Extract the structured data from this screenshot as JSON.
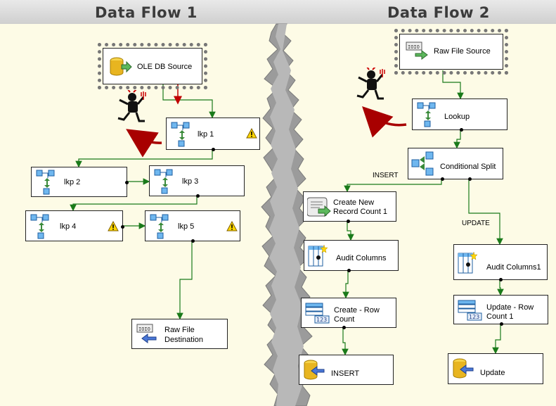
{
  "titles": {
    "left": "Data Flow 1",
    "right": "Data Flow 2"
  },
  "left_flow": {
    "ole_db_source": "OLE DB Source",
    "lkp1": "lkp 1",
    "lkp2": "lkp 2",
    "lkp3": "lkp 3",
    "lkp4": "lkp 4",
    "lkp5": "lkp 5",
    "raw_dest_line1": "Raw File",
    "raw_dest_line2": "Destination"
  },
  "right_flow": {
    "raw_source": "Raw File Source",
    "lookup": "Lookup",
    "conditional_split": "Conditional Split",
    "insert_path": "INSERT",
    "update_path": "UPDATE",
    "create_count_line1": "Create New",
    "create_count_line2": "Record Count 1",
    "audit_columns": "Audit Columns",
    "create_row_count_line1": "Create - Row",
    "create_row_count_line2": "Count",
    "insert_dest": "INSERT",
    "audit_columns1": "Audit Columns1",
    "update_row_count_line1": "Update - Row",
    "update_row_count_line2": "Count 1",
    "update_dest": "Update"
  },
  "colors": {
    "canvas": "#fdfbe6",
    "path": "#1a7a1a",
    "error_path": "#c00000",
    "arrow": "#a80000"
  }
}
